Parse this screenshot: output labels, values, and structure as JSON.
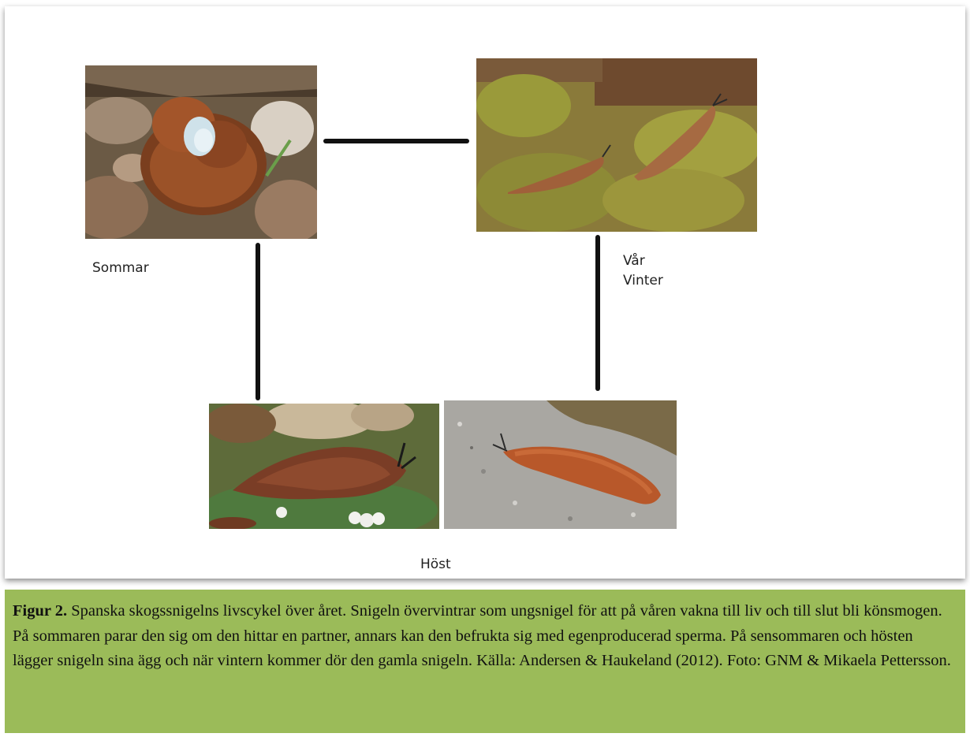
{
  "diagram": {
    "labels": {
      "sommar": "Sommar",
      "var": "Vår",
      "vinter": "Vinter",
      "host": "Höst"
    },
    "photos": [
      {
        "name": "photo-summer-mating-slugs",
        "icon": "mating-slugs-photo"
      },
      {
        "name": "photo-spring-slugs-on-moss",
        "icon": "slugs-on-moss-photo"
      },
      {
        "name": "photo-autumn-slug-with-eggs",
        "icon": "slug-with-eggs-photo"
      },
      {
        "name": "photo-autumn-slug-on-gravel",
        "icon": "slug-on-gravel-photo"
      }
    ]
  },
  "caption": {
    "label": "Figur 2.",
    "text": " Spanska skogssnigelns livscykel över året. Snigeln övervintrar som ungsnigel för att på våren vakna till liv och till slut bli könsmogen. På sommaren parar den sig om den hittar en partner, annars kan den befrukta sig med egenproducerad sperma. På sensommaren och hösten lägger snigeln sina ägg och när vintern kommer dör den gamla snigeln. Källa: Andersen & Haukeland (2012). Foto: GNM & Mikaela Pettersson."
  }
}
